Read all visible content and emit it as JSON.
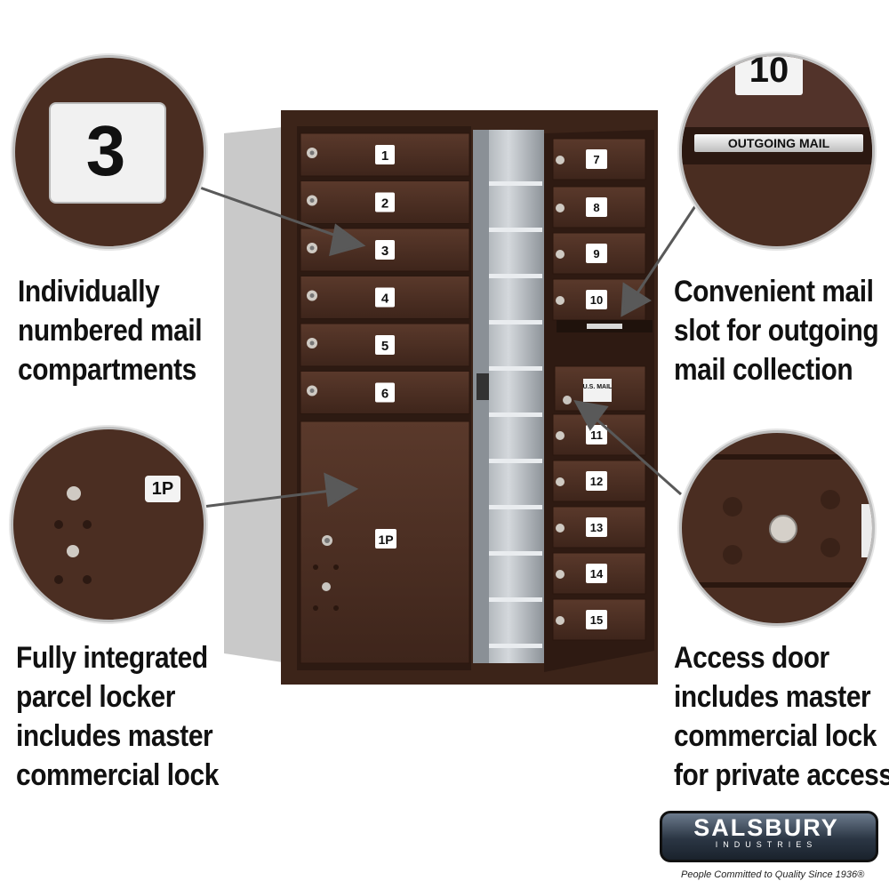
{
  "captions": {
    "compartments": [
      "Individually",
      "numbered mail",
      "compartments"
    ],
    "slot": [
      "Convenient mail",
      "slot for outgoing",
      "mail collection"
    ],
    "parcel": [
      "Fully integrated",
      "parcel locker",
      "includes master",
      "commercial lock"
    ],
    "access": [
      "Access door",
      "includes master",
      "commercial lock",
      "for private access"
    ]
  },
  "left_doors": [
    "1",
    "2",
    "3",
    "4",
    "5",
    "6"
  ],
  "parcel_label": "1P",
  "right_doors": [
    "7",
    "8",
    "9",
    "10",
    "11",
    "12",
    "13",
    "14",
    "15"
  ],
  "usmail_label": "U.S. MAIL",
  "zoom_compartment_number": "3",
  "zoom_slot_number": "10",
  "zoom_slot_label": "OUTGOING MAIL",
  "zoom_parcel_label": "1P",
  "brand": {
    "name": "SALSBURY",
    "sub": "INDUSTRIES",
    "tagline": "People Committed to Quality Since 1936®"
  },
  "colors": {
    "bronze": "#4a2d21",
    "bronze_dark": "#2e1a12",
    "frame_gray": "#cfcfcf"
  }
}
